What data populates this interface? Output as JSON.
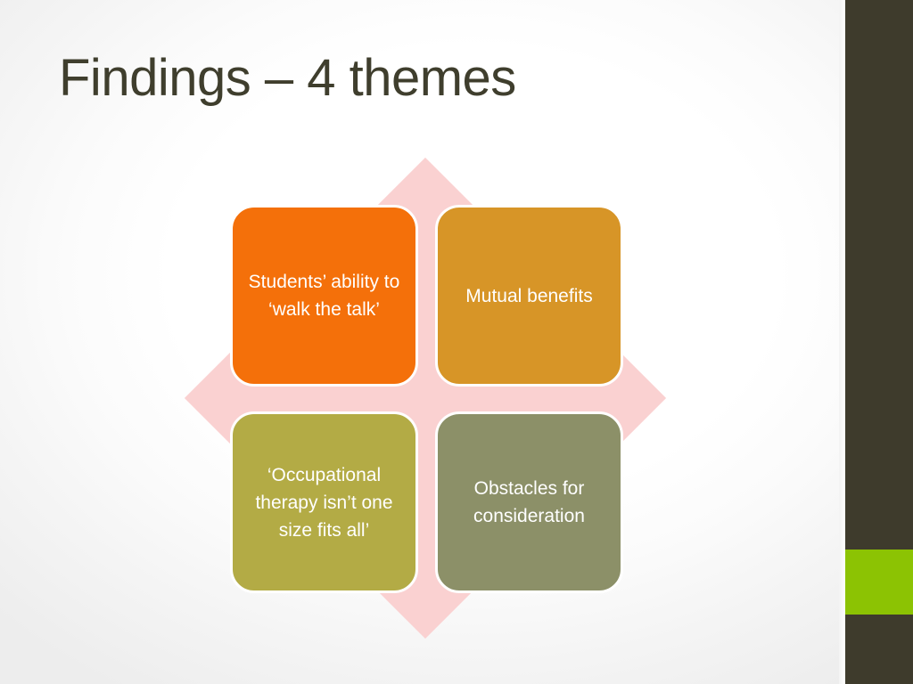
{
  "slide": {
    "title": "Findings – 4 themes",
    "background_color": "#ffffff",
    "title_color": "#3F3E2D"
  },
  "diagram": {
    "name": "four-quadrant-matrix",
    "backdrop_shape": "diamond",
    "backdrop_color": "#FAD1D1",
    "quadrants": [
      {
        "position": "top-left",
        "text": "Students’ ability to ‘walk the talk’",
        "color": "#F4700A",
        "text_color": "#ffffff"
      },
      {
        "position": "top-right",
        "text": "Mutual benefits",
        "color": "#D79527",
        "text_color": "#ffffff"
      },
      {
        "position": "bottom-left",
        "text": "‘Occupational therapy isn’t one size fits all’",
        "color": "#B3AB45",
        "text_color": "#ffffff"
      },
      {
        "position": "bottom-right",
        "text": "Obstacles for consideration",
        "color": "#8C9068",
        "text_color": "#ffffff"
      }
    ]
  },
  "decoration": {
    "side_band_color": "#3E3B2C",
    "side_accent_color": "#8CC303"
  }
}
